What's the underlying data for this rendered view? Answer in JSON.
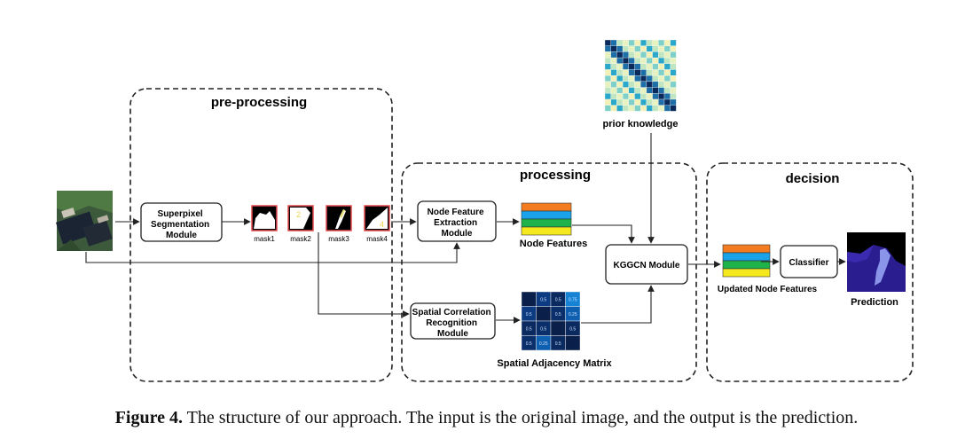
{
  "sections": {
    "preprocessing": "pre-processing",
    "processing": "processing",
    "decision": "decision"
  },
  "boxes": {
    "superpixel": [
      "Superpixel",
      "Segmentation",
      "Module"
    ],
    "node_feature": [
      "Node Feature",
      "Extraction",
      "Module"
    ],
    "spatial_corr": [
      "Spatial Correlation",
      "Recognition",
      "Module"
    ],
    "kggcn": "KGGCN Module",
    "classifier": "Classifier"
  },
  "masks": [
    "mask1",
    "mask2",
    "mask3",
    "mask4"
  ],
  "mask_numbers": [
    "2",
    "4"
  ],
  "labels": {
    "node_features": "Node Features",
    "updated_node_features": "Updated Node Features",
    "prior_knowledge": "prior knowledge",
    "spatial_adjacency": "Spatial Adjacency Matrix",
    "prediction": "Prediction"
  },
  "matrix_values": [
    [
      "",
      "0.5",
      "0.5",
      "0.75"
    ],
    [
      "0.5",
      "",
      "0.5",
      "0.25"
    ],
    [
      "0.5",
      "0.5",
      "",
      "0.5"
    ],
    [
      "0.5",
      "0.25",
      "0.5",
      ""
    ]
  ],
  "feature_colors": [
    "#f47c20",
    "#1aa3e8",
    "#1db34a",
    "#f5e81c"
  ],
  "caption": {
    "label": "Figure 4.",
    "text": "The structure of our approach. The input is the original image, and the output is the prediction."
  }
}
